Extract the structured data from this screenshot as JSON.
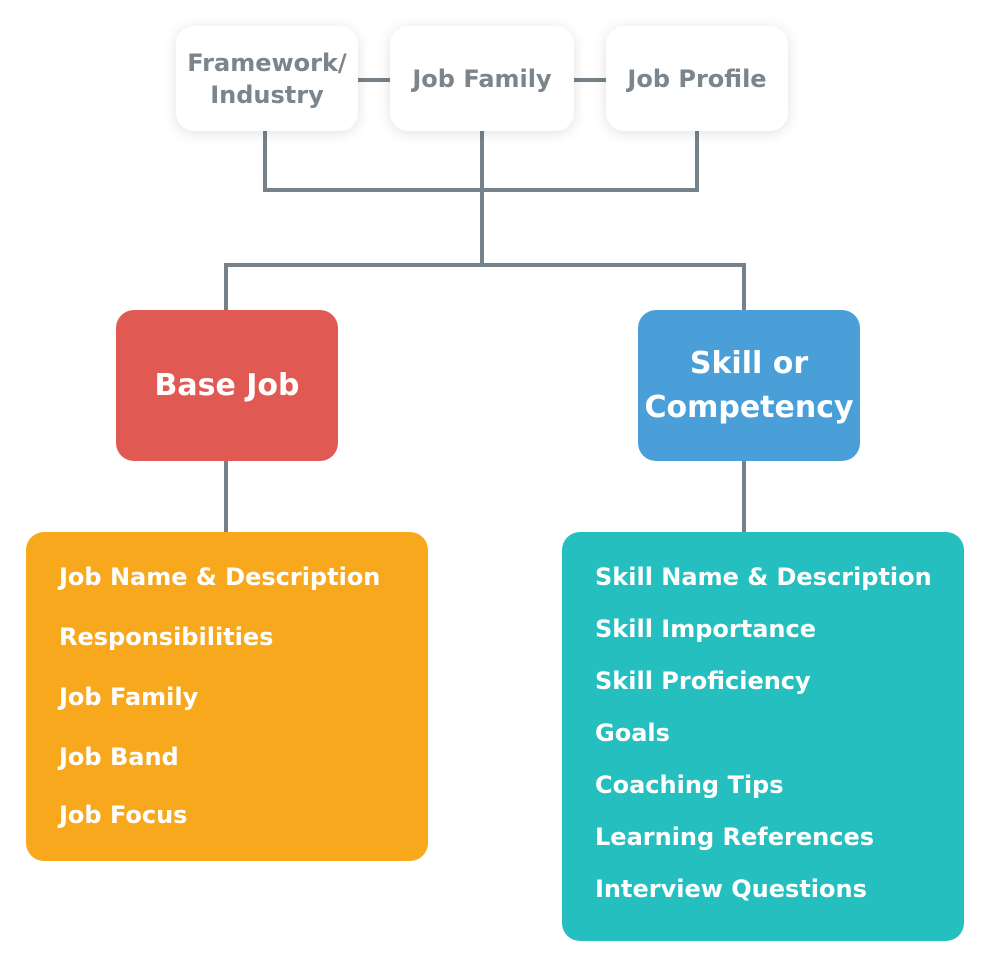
{
  "top_nodes": [
    "Framework/\nIndustry",
    "Job Family",
    "Job Profile"
  ],
  "base_job": {
    "title": "Base Job",
    "items": [
      "Job Name & Description",
      "Responsibilities",
      "Job Family",
      "Job Band",
      "Job Focus"
    ]
  },
  "skill": {
    "title": "Skill or\nCompetency",
    "items": [
      "Skill Name & Description",
      "Skill Importance",
      "Skill Proficiency",
      "Goals",
      "Coaching Tips",
      "Learning References",
      "Interview Questions"
    ]
  },
  "colors": {
    "line": "#76828a",
    "base_job": "#e05a53",
    "skill": "#4a9fd9",
    "base_list": "#f8a81c",
    "skill_list": "#25bfbf"
  }
}
